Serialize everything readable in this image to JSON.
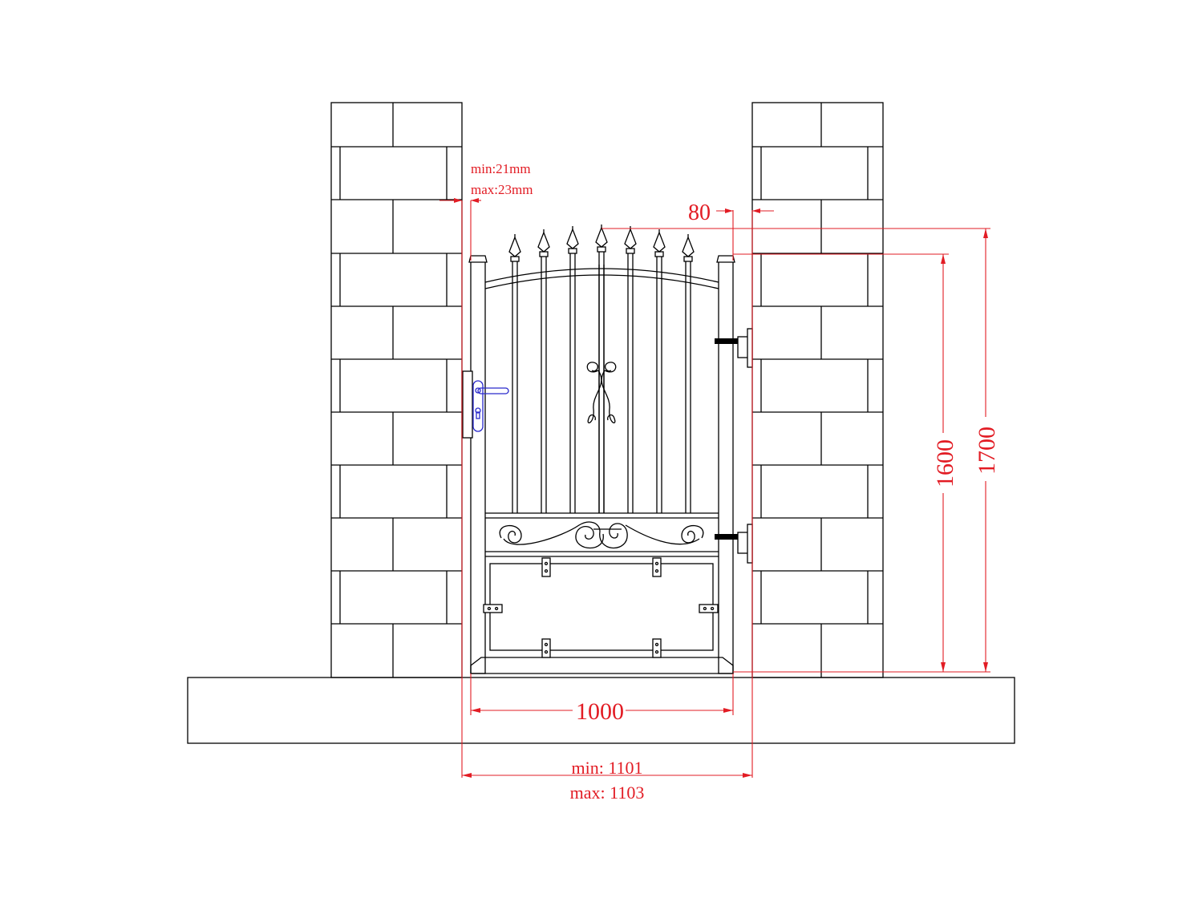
{
  "dimensions": {
    "gap_tolerance_min": "min:21mm",
    "gap_tolerance_max": "max:23mm",
    "pillar_offset": "80",
    "gate_width": "1000",
    "opening_min": "min: 1101",
    "opening_max": "max: 1103",
    "gate_height": "1600",
    "overall_height": "1700"
  },
  "colors": {
    "line": "#000000",
    "dimension": "#e21c24",
    "handle": "#2a2acc"
  },
  "icons": {
    "handle": "door-handle-icon",
    "hinge": "hinge-icon"
  }
}
